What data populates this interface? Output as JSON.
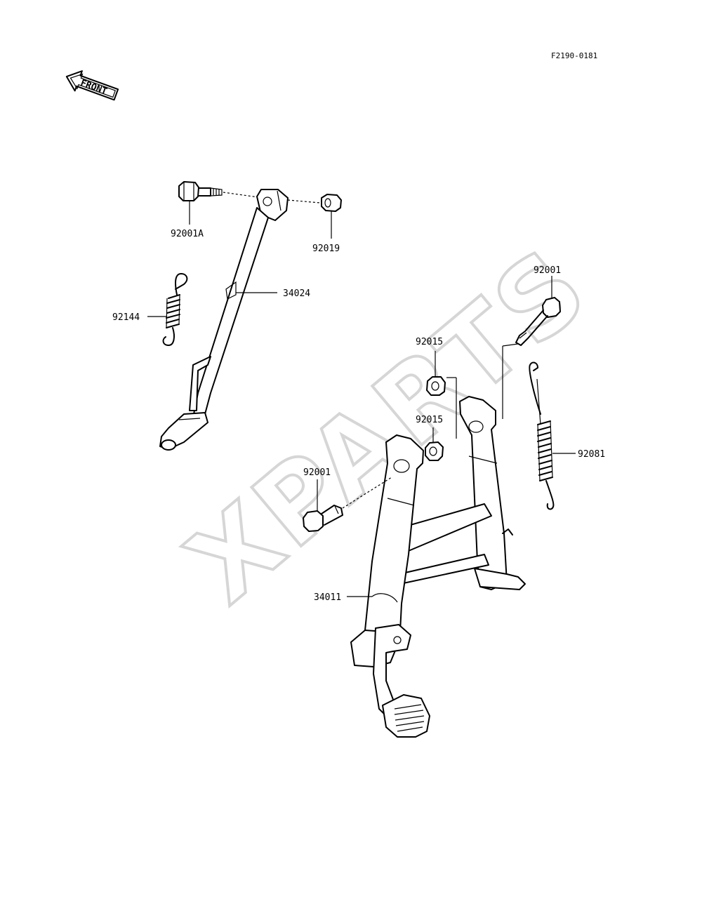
{
  "diagram_code": "F2190-0181",
  "front_arrow": {
    "label": "FRONT",
    "icon": "front-arrow-icon"
  },
  "watermark": "XPARTS",
  "parts": {
    "p92001A": "92001A",
    "p92019": "92019",
    "p92144": "92144",
    "p34024": "34024",
    "p92001_top": "92001",
    "p92015_a": "92015",
    "p92015_b": "92015",
    "p92081": "92081",
    "p92001_left": "92001",
    "p34011": "34011"
  }
}
